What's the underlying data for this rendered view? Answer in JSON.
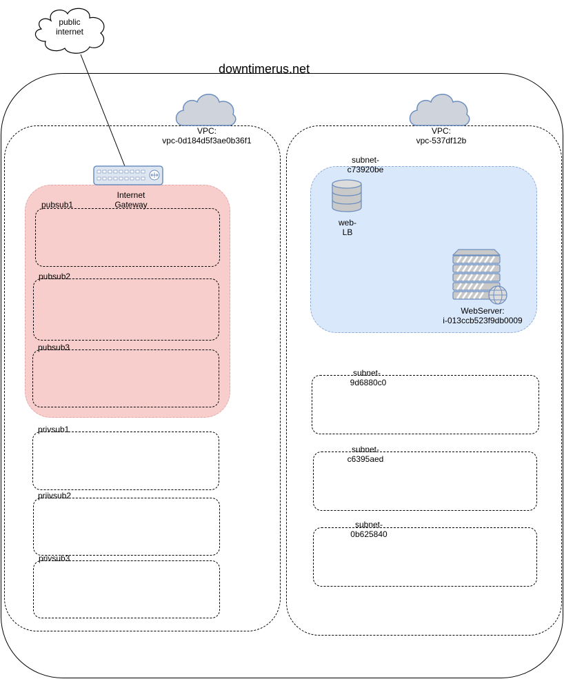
{
  "diagram": {
    "title": "downtimerus.net",
    "internet": {
      "line1": "public",
      "line2": "internet"
    },
    "vpc_left": {
      "line1": "VPC:",
      "line2": "vpc-0d184d5f3ae0b36f1",
      "gateway": {
        "line1": "Internet",
        "line2": "Gateway"
      },
      "public_subnets": [
        "pubsub1",
        "pubsub2",
        "pubsub3"
      ],
      "private_subnets": [
        "privsub1",
        "priivsub2",
        "privsub3"
      ]
    },
    "vpc_right": {
      "line1": "VPC:",
      "line2": "vpc-537df12b",
      "subnet_main": {
        "line1": "subnet-",
        "line2": "c73920be"
      },
      "lb": {
        "line1": "web-",
        "line2": "LB"
      },
      "webserver": {
        "line1": "WebServer:",
        "line2": "i-013ccb523f9db0009"
      },
      "subnets": [
        {
          "line1": "subnet-",
          "line2": "9d6880c0"
        },
        {
          "line1": "subnet-",
          "line2": "c6395aed"
        },
        {
          "line1": "subnet-",
          "line2": "0b625840"
        }
      ]
    },
    "colors": {
      "public_group_fill": "#f8cecc",
      "blue_subnet_fill": "#dae8fc",
      "cloud_fill": "#cfd4dc",
      "icon_stroke": "#6c8ebf"
    }
  }
}
